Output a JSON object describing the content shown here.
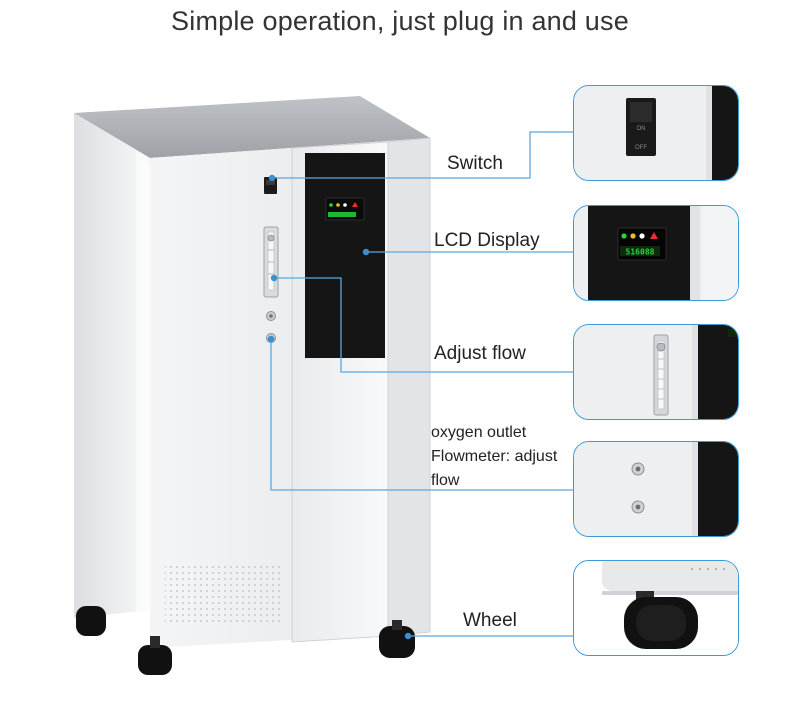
{
  "title": "Simple operation, just plug in and use",
  "callouts": {
    "switch": "Switch",
    "lcd": "LCD Display",
    "flow": "Adjust flow",
    "outlet_lines": [
      "oxygen outlet",
      "Flowmeter: adjust",
      "flow"
    ],
    "wheel": "Wheel"
  },
  "switch_panel": {
    "on_label": "ON",
    "off_label": "OFF"
  },
  "lcd_readout": "516088",
  "colors": {
    "accent": "#3a9bd8",
    "leader_line": "#5aa9e0",
    "panel_black": "#151515",
    "lcd_green": "#22d83a",
    "body_white": "#f0f1f3"
  },
  "icons": [
    "power-switch-icon",
    "lcd-status-icon",
    "flowmeter-icon",
    "outlet-nozzle-icon",
    "caster-wheel-icon"
  ]
}
